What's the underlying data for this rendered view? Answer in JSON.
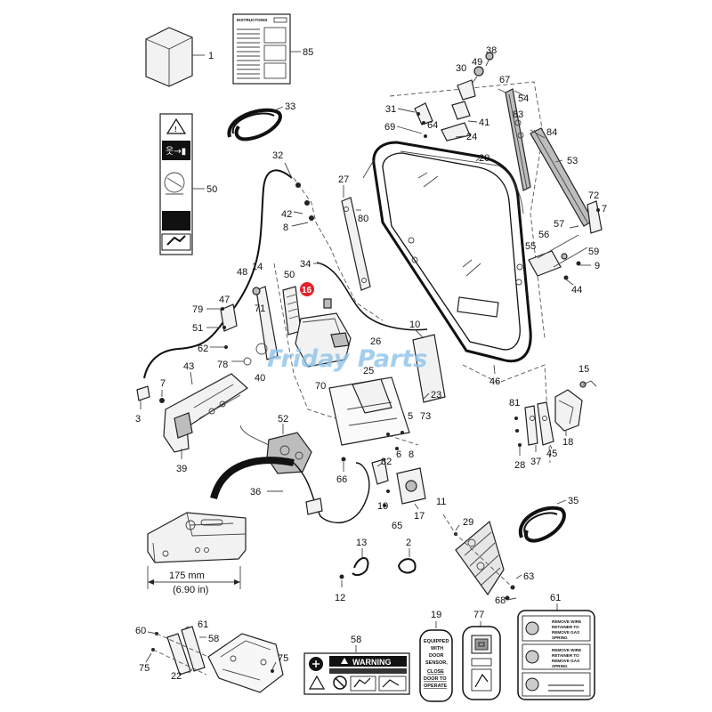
{
  "callouts": {
    "c1": "1",
    "c85": "85",
    "c33": "33",
    "c50a": "50",
    "c32": "32",
    "c42": "42",
    "c8a": "8",
    "c34": "34",
    "c48": "48",
    "c14": "14",
    "c50b": "50",
    "c16": "16",
    "c47": "47",
    "c71": "71",
    "c79": "79",
    "c51": "51",
    "c62": "62",
    "c78": "78",
    "c40": "40",
    "c43": "43",
    "c7a": "7",
    "c3": "3",
    "c39": "39",
    "c52": "52",
    "c36": "36",
    "c27": "27",
    "c80": "80",
    "c20": "20",
    "c38": "38",
    "c30": "30",
    "c49": "49",
    "c67": "67",
    "c54": "54",
    "c31": "31",
    "c41": "41",
    "c69": "69",
    "c64": "64",
    "c24": "24",
    "c83": "83",
    "c84": "84",
    "c53": "53",
    "c72": "72",
    "c7b": "7",
    "c57": "57",
    "c56": "56",
    "c55": "55",
    "c59": "59",
    "c9": "9",
    "c44": "44",
    "c10": "10",
    "c26": "26",
    "c25": "25",
    "c70": "70",
    "c23": "23",
    "c5": "5",
    "c73": "73",
    "c6": "6",
    "c8b": "8",
    "c82": "82",
    "c66": "66",
    "c46": "46",
    "c15": "15",
    "c81": "81",
    "c18": "18",
    "c28": "28",
    "c37": "37",
    "c45": "45",
    "c19a": "19",
    "c17": "17",
    "c11": "11",
    "c65": "65",
    "c29": "29",
    "c35": "35",
    "c13": "13",
    "c2": "2",
    "c12": "12",
    "c63": "63",
    "c68": "68",
    "c60": "60",
    "c61a": "61",
    "c58a": "58",
    "c75a": "75",
    "c22": "22",
    "c75b": "75",
    "c58b": "58",
    "c19b": "19",
    "c77": "77",
    "c61b": "61"
  },
  "instructions_sheet": {
    "title": "INSTRUCTIONS"
  },
  "dimension": {
    "mm": "175 mm",
    "inches": "(6.90 in)"
  },
  "decal_58": {
    "heading": "WARNING"
  },
  "decal_19": {
    "line1": "EQUIPPED",
    "line2": "WITH",
    "line3": "DOOR",
    "line4": "SENSOR,",
    "line5": "CLOSE",
    "line6": "DOOR TO",
    "line7": "OPERATE"
  },
  "decal_61": {
    "line1": "REMOVE WIRE",
    "line2": "RETAINER TO",
    "line3": "REMOVE GAS",
    "line4": "SPRING"
  },
  "highlight": {
    "color": "#e4202a",
    "callout": "16"
  },
  "watermark": {
    "text": "Friday Parts",
    "color": "#8ec3ea"
  }
}
